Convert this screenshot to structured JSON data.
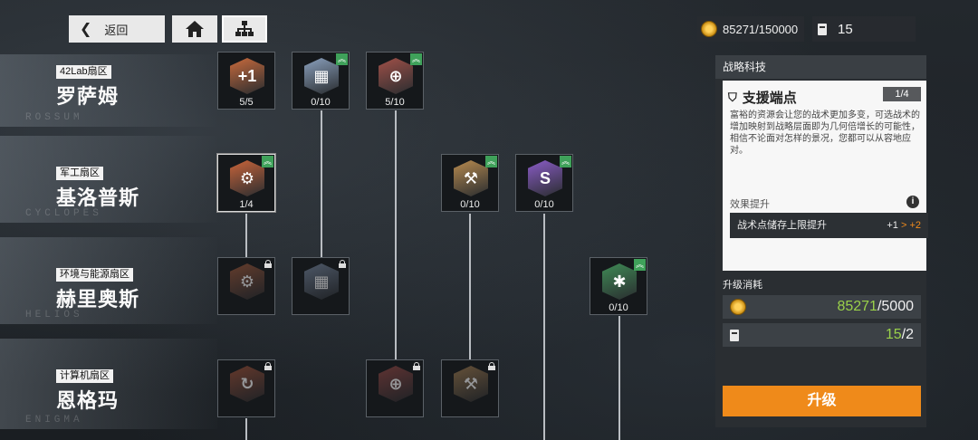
{
  "topbar": {
    "back_label": "返回",
    "home_icon": "home-icon",
    "tree_icon": "tree-icon",
    "gold_text": "85271/150000",
    "cards_text": "15"
  },
  "sectors": [
    {
      "tag": "42Lab扇区",
      "name": "罗萨姆",
      "ghost": "ROSSUM"
    },
    {
      "tag": "军工扇区",
      "name": "基洛普斯",
      "ghost": "CYCLOPES"
    },
    {
      "tag": "环境与能源扇区",
      "name": "赫里奥斯",
      "ghost": "HELIOS"
    },
    {
      "tag": "计算机扇区",
      "name": "恩格玛",
      "ghost": "ENIGMA"
    }
  ],
  "nodes": [
    {
      "id": "r1",
      "count": "5/5",
      "glyph": "+1",
      "color": "#c86a3c",
      "state": "normal"
    },
    {
      "id": "r2",
      "count": "0/10",
      "glyph": "▦",
      "color": "#8aa0bd",
      "state": "upgradable"
    },
    {
      "id": "r3",
      "count": "5/10",
      "glyph": "⊕",
      "color": "#a05048",
      "state": "upgradable"
    },
    {
      "id": "c1",
      "count": "1/4",
      "glyph": "⚙",
      "color": "#c9643a",
      "state": "upgradable"
    },
    {
      "id": "c2",
      "count": "0/10",
      "glyph": "⚒",
      "color": "#b78a4f",
      "state": "upgradable"
    },
    {
      "id": "c3",
      "count": "0/10",
      "glyph": "S",
      "color": "#8a5cc7",
      "state": "upgradable"
    },
    {
      "id": "h1",
      "count": "",
      "glyph": "⚙",
      "color": "#a55c3c",
      "state": "locked"
    },
    {
      "id": "h2",
      "count": "",
      "glyph": "▦",
      "color": "#7d8ea6",
      "state": "locked"
    },
    {
      "id": "h3",
      "count": "0/10",
      "glyph": "✱",
      "color": "#3f8a55",
      "state": "upgradable"
    },
    {
      "id": "e1",
      "count": "",
      "glyph": "↻",
      "color": "#a6553a",
      "state": "locked"
    },
    {
      "id": "e2",
      "count": "",
      "glyph": "⊕",
      "color": "#9c4b46",
      "state": "locked"
    },
    {
      "id": "e3",
      "count": "",
      "glyph": "⚒",
      "color": "#a78152",
      "state": "locked"
    }
  ],
  "panel": {
    "header": "战略科技",
    "title": "支援端点",
    "level": "1/4",
    "description": "富裕的资源会让您的战术更加多变，可选战术的增加映射到战略层面即为几何倍增长的可能性，相信不论面对怎样的景况，您都可以从容地应对。",
    "effect_label": "效果提升",
    "effect_name": "战术点储存上限提升",
    "effect_old": "+1",
    "effect_arrow": ">",
    "effect_new": "+2",
    "cost_label": "升级消耗",
    "cost_gold_have": "85271",
    "cost_gold_need": "/5000",
    "cost_card_have": "15",
    "cost_card_need": "/2",
    "upgrade_label": "升级"
  },
  "colors": {
    "accent": "#ef8a1a",
    "upgradable": "#3fa15a",
    "have": "#9ad14a"
  }
}
